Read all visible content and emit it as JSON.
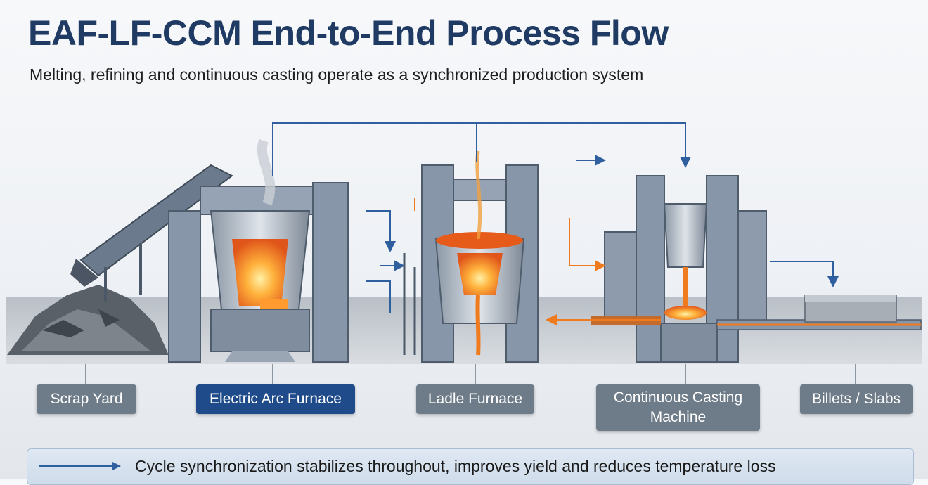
{
  "header": {
    "title": "EAF-LF-CCM End-to-End Process Flow",
    "subtitle": "Melting, refining and continuous casting operate as a synchronized production system"
  },
  "stages": [
    {
      "label": "Scrap Yard",
      "active": false
    },
    {
      "label": "Electric Arc Furnace",
      "active": true
    },
    {
      "label": "Ladle Furnace",
      "active": false
    },
    {
      "label": "Continuous Casting Machine",
      "active": false
    },
    {
      "label": "Billets / Slabs",
      "active": false
    }
  ],
  "banner": {
    "text": "Cycle synchronization stabilizes throughout, improves yield and reduces temperature loss"
  },
  "colors": {
    "title": "#1f3a63",
    "stage_active": "#1f4b8a",
    "stage_default": "#6e7b88",
    "flow_line": "#2f5f9e",
    "molten": "#f07a1e",
    "structure": "#5d6e82"
  }
}
